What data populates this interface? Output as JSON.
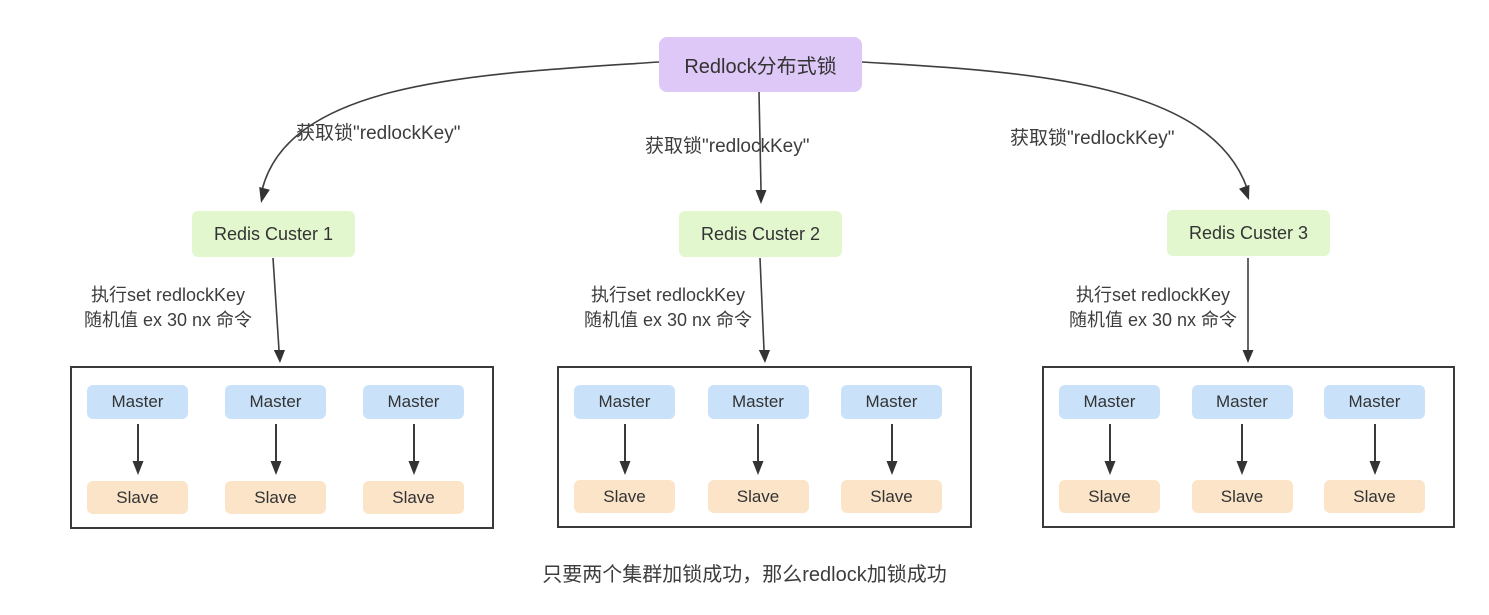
{
  "title": "Redlock分布式锁",
  "caption": "只要两个集群加锁成功，那么redlock加锁成功",
  "colors": {
    "redlock_box": "#dec8f7",
    "cluster_node": "#e2f7cd",
    "master_box": "#c9e2f9",
    "slave_box": "#fbe4c8",
    "line": "#3f3f3f",
    "background": "#ffffff"
  },
  "clusters": [
    {
      "name": "Redis Custer 1",
      "acquire_label": "获取锁\"redlockKey\"",
      "exec": [
        "执行set redlockKey",
        "随机值 ex 30 nx 命令"
      ],
      "nodes": [
        {
          "master": "Master",
          "slave": "Slave"
        },
        {
          "master": "Master",
          "slave": "Slave"
        },
        {
          "master": "Master",
          "slave": "Slave"
        }
      ]
    },
    {
      "name": "Redis Custer 2",
      "acquire_label": "获取锁\"redlockKey\"",
      "exec": [
        "执行set redlockKey",
        "随机值 ex 30 nx 命令"
      ],
      "nodes": [
        {
          "master": "Master",
          "slave": "Slave"
        },
        {
          "master": "Master",
          "slave": "Slave"
        },
        {
          "master": "Master",
          "slave": "Slave"
        }
      ]
    },
    {
      "name": "Redis Custer 3",
      "acquire_label": "获取锁\"redlockKey\"",
      "exec": [
        "执行set redlockKey",
        "随机值 ex 30 nx 命令"
      ],
      "nodes": [
        {
          "master": "Master",
          "slave": "Slave"
        },
        {
          "master": "Master",
          "slave": "Slave"
        },
        {
          "master": "Master",
          "slave": "Slave"
        }
      ]
    }
  ]
}
